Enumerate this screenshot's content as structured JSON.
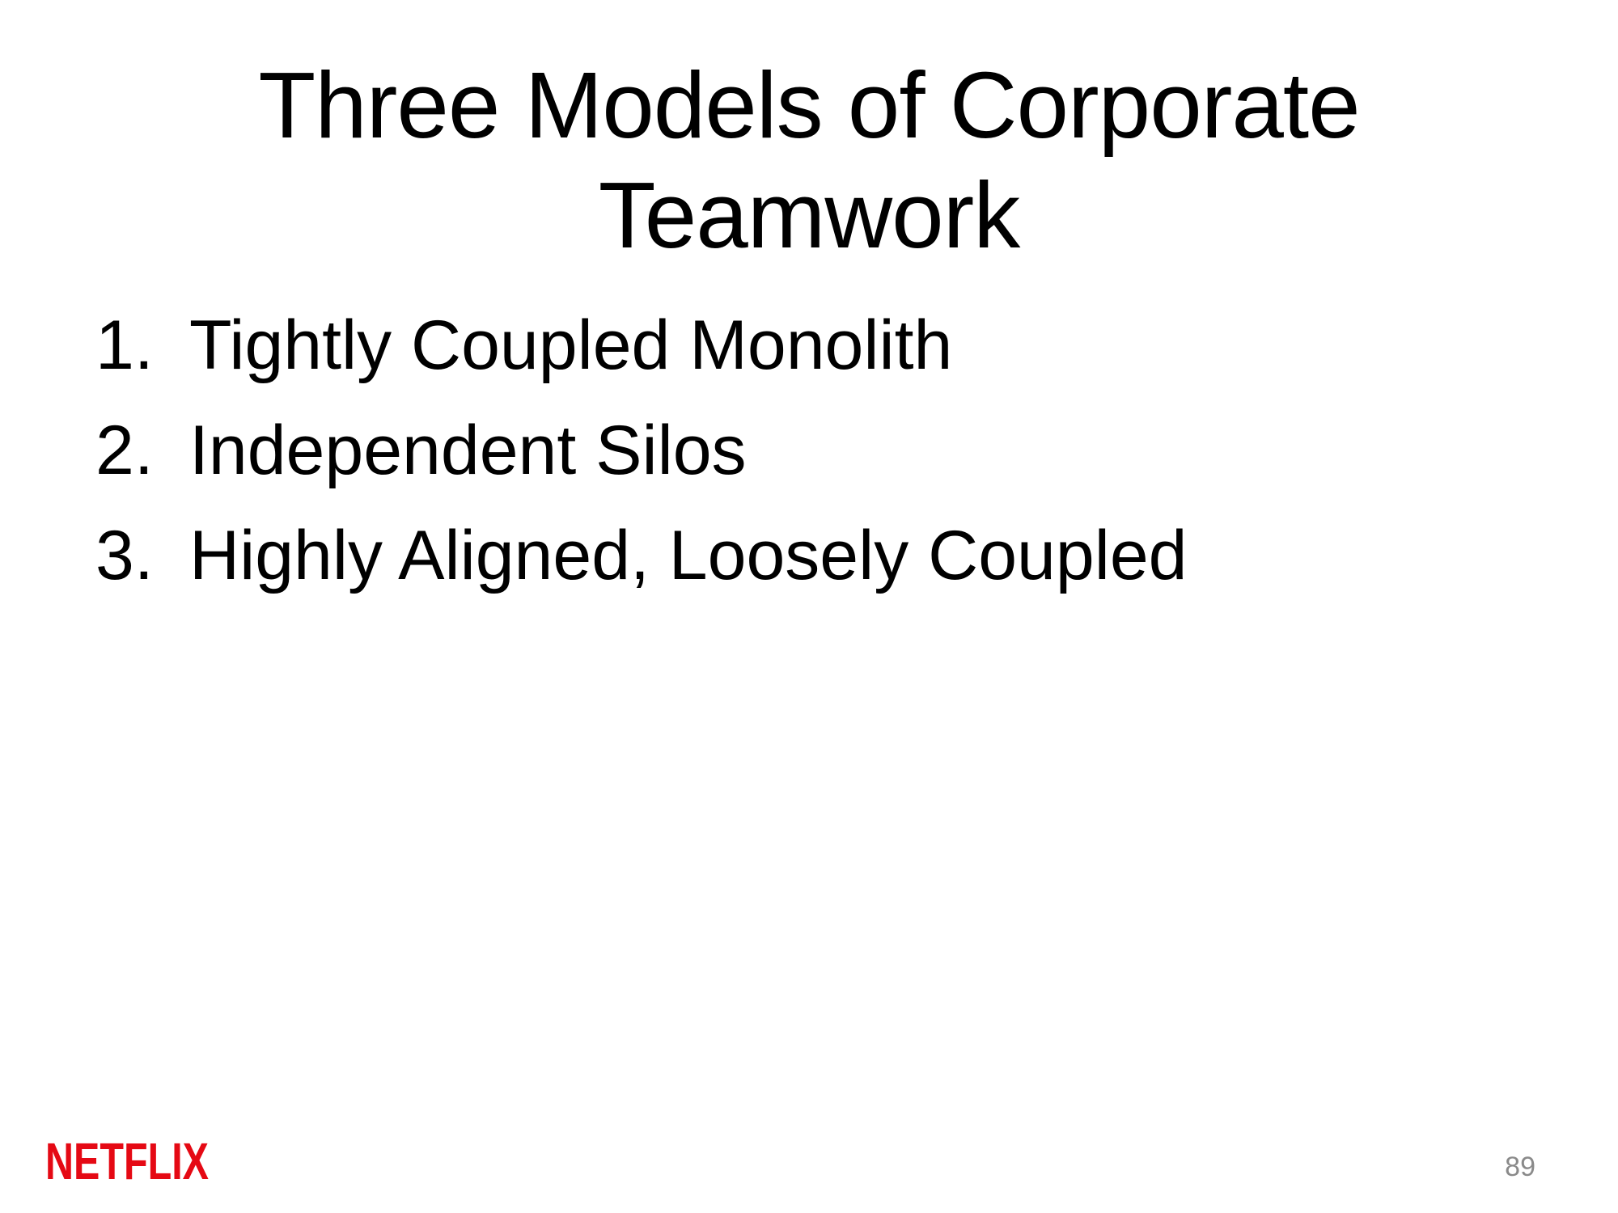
{
  "slide": {
    "title_line1": "Three Models of Corporate",
    "title_line2": "Teamwork",
    "items": [
      {
        "number": "1.",
        "text": "Tightly Coupled Monolith"
      },
      {
        "number": "2.",
        "text": "Independent Silos"
      },
      {
        "number": "3.",
        "text": "Highly Aligned, Loosely Coupled"
      }
    ],
    "logo_text": "NETFLIX",
    "logo_color": "#e50914",
    "page_number": "89"
  }
}
